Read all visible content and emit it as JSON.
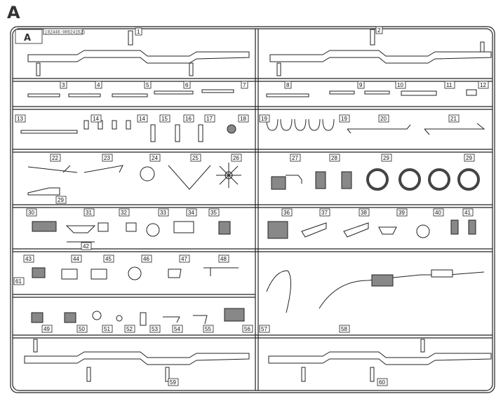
{
  "sheet_letter": "A",
  "frame_letter": "A",
  "part_code": "(02446-00624152)",
  "numbers": [
    "1",
    "2",
    "3",
    "4",
    "5",
    "6",
    "7",
    "8",
    "9",
    "10",
    "11",
    "12",
    "13",
    "14",
    "14",
    "15",
    "16",
    "17",
    "18",
    "19",
    "19",
    "20",
    "21",
    "22",
    "23",
    "24",
    "25",
    "26",
    "27",
    "28",
    "29",
    "29",
    "29",
    "30",
    "31",
    "32",
    "33",
    "34",
    "35",
    "36",
    "37",
    "38",
    "39",
    "40",
    "41",
    "42",
    "43",
    "44",
    "45",
    "46",
    "47",
    "48",
    "49",
    "50",
    "51",
    "52",
    "53",
    "54",
    "55",
    "56",
    "57",
    "58",
    "59",
    "60",
    "61"
  ]
}
